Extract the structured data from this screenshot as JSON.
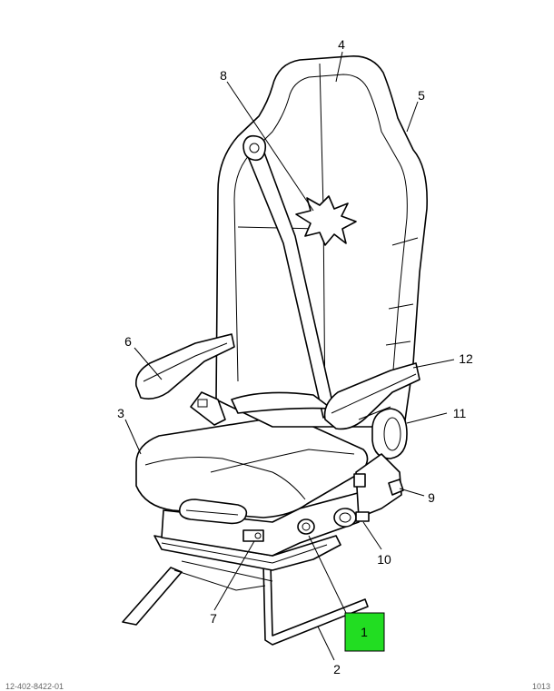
{
  "diagram": {
    "callouts": [
      {
        "id": "1",
        "label": "1",
        "highlighted": true
      },
      {
        "id": "2",
        "label": "2"
      },
      {
        "id": "3",
        "label": "3"
      },
      {
        "id": "4",
        "label": "4"
      },
      {
        "id": "5",
        "label": "5"
      },
      {
        "id": "6",
        "label": "6"
      },
      {
        "id": "7",
        "label": "7"
      },
      {
        "id": "8",
        "label": "8"
      },
      {
        "id": "9",
        "label": "9"
      },
      {
        "id": "10",
        "label": "10"
      },
      {
        "id": "11",
        "label": "11"
      },
      {
        "id": "12",
        "label": "12"
      }
    ],
    "highlight_color": "#22dd22"
  },
  "footer": {
    "left": "12-402-8422-01",
    "right": "1013"
  }
}
